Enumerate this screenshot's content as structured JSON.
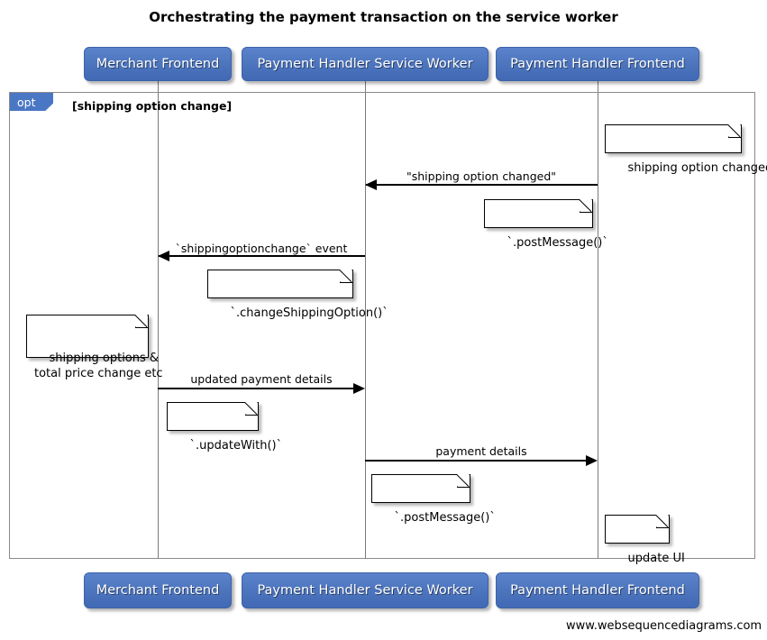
{
  "diagram": {
    "title": "Orchestrating the payment transaction on the service worker",
    "watermark": "www.websequencediagrams.com",
    "accent_color": "#4a77c4",
    "frame_border_color": "#8a8a8a",
    "lifeline_color": "#7b7b7b"
  },
  "actors": [
    {
      "id": "merchant-frontend",
      "label": "Merchant Frontend"
    },
    {
      "id": "payment-handler-service-worker",
      "label": "Payment Handler Service Worker"
    },
    {
      "id": "payment-handler-frontend",
      "label": "Payment Handler Frontend"
    }
  ],
  "fragment": {
    "operator": "opt",
    "condition": "[shipping option change]"
  },
  "messages": [
    {
      "id": "shipping-option-changed",
      "label": "\"shipping option changed\"",
      "from": "payment-handler-frontend",
      "to": "payment-handler-service-worker",
      "direction": "left"
    },
    {
      "id": "shippingoptionchange-event",
      "label": "`shippingoptionchange` event",
      "from": "payment-handler-service-worker",
      "to": "merchant-frontend",
      "direction": "left"
    },
    {
      "id": "updated-payment-details",
      "label": "updated payment details",
      "from": "merchant-frontend",
      "to": "payment-handler-service-worker",
      "direction": "right"
    },
    {
      "id": "payment-details",
      "label": "payment details",
      "from": "payment-handler-service-worker",
      "to": "payment-handler-frontend",
      "direction": "right"
    }
  ],
  "notes": [
    {
      "id": "note-shipping-option-changed",
      "text": "shipping option changed"
    },
    {
      "id": "note-post-message-1",
      "text": "`.postMessage()`"
    },
    {
      "id": "note-change-shipping-option",
      "text": "`.changeShippingOption()`"
    },
    {
      "id": "note-shipping-options-total-price",
      "text": "shipping options &\ntotal price change etc"
    },
    {
      "id": "note-update-with",
      "text": "`.updateWith()`"
    },
    {
      "id": "note-post-message-2",
      "text": "`.postMessage()`"
    },
    {
      "id": "note-update-ui",
      "text": "update UI"
    }
  ]
}
